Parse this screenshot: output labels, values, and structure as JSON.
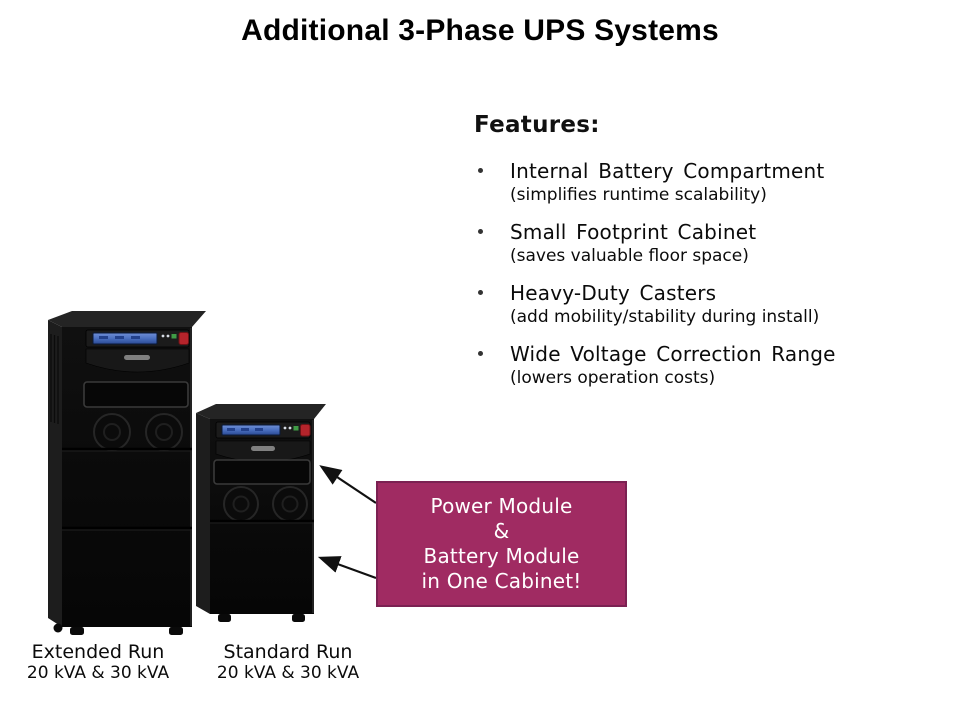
{
  "title": "Additional 3-Phase UPS Systems",
  "features": {
    "heading": "Features:",
    "items": [
      {
        "title": "Internal Battery Compartment",
        "subtitle": "(simplifies runtime scalability)"
      },
      {
        "title": "Small Footprint Cabinet",
        "subtitle": "(saves valuable floor space)"
      },
      {
        "title": "Heavy-Duty Casters",
        "subtitle": "(add mobility/stability during install)"
      },
      {
        "title": "Wide Voltage Correction Range",
        "subtitle": "(lowers operation costs)"
      }
    ]
  },
  "callout": {
    "lines": [
      "Power Module",
      "&",
      "Battery Module",
      "in One Cabinet!"
    ],
    "bg_color": "#a02b62",
    "border_color": "#7b2152",
    "text_color": "#ffffff"
  },
  "products": [
    {
      "name": "Extended Run",
      "capacity": "20 kVA & 30 kVA"
    },
    {
      "name": "Standard Run",
      "capacity": "20 kVA & 30 kVA"
    }
  ],
  "colors": {
    "tower_body": "#0c0c0c",
    "lcd_screen": "#4a6fc0",
    "power_button": "#b5242b",
    "arrow": "#111111"
  }
}
